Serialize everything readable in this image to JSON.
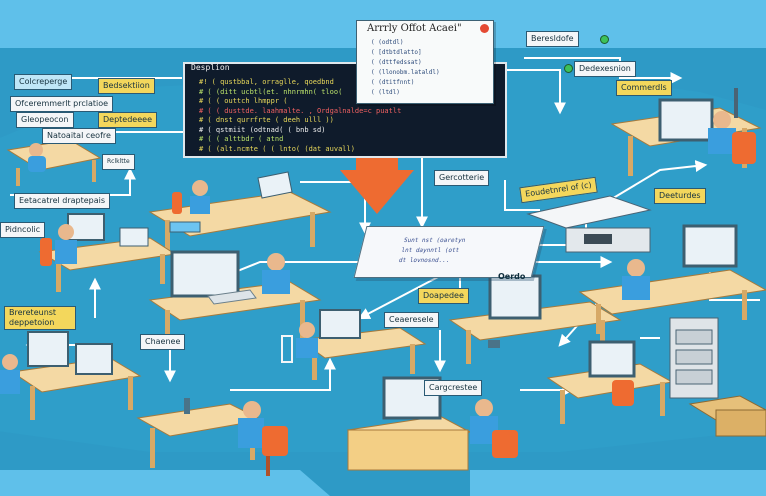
{
  "code_window": {
    "title": "Desplion",
    "lines": [
      {
        "text": "#! ( qustbbal, orraglle, qoedbnd",
        "color": "#e8d85a"
      },
      {
        "text": "# ( (ditt  ucbtl(et.  nhnrmhn( tloo(",
        "color": "#b9e06a"
      },
      {
        "text": "#  ( ( outtch   lhmppr  (",
        "color": "#e8d85a"
      },
      {
        "text": "#  ( (  dusttde.  laahmalte. , Ordgalnalde=c puatlt",
        "color": "#f06060"
      },
      {
        "text": "#  (  dnst   qurrfrte  (  deeh  ulll ))",
        "color": "#e8d85a"
      },
      {
        "text": "  #  (   qstmiit   (odtnad( (  bnb sd)",
        "color": "#f0f0f0"
      },
      {
        "text": "  #  (  (  alttbdr  ( atnd",
        "color": "#b9e06a"
      },
      {
        "text": "#  ( (alt.ncmte  ( ( lnto(  (dat  auvall)",
        "color": "#e8d85a"
      }
    ]
  },
  "popup": {
    "title": "Arrrly Offot Acaei\"",
    "lines": [
      "( (odtdl)",
      "( [dtbtdlatto]",
      "( (dttfedssat)",
      "( (llonobm.lataldl)",
      "( (dtitfnnt)",
      "( (ltdl)"
    ]
  },
  "paper": {
    "lines": [
      "Sunt  nst  (oaretyn",
      "  lnt  daynntl  (ott",
      "  dt  lovnosnd..."
    ]
  },
  "labels": {
    "colcreperge": "Colcreperge",
    "bedsektiion": "Bedsektiion",
    "ofceremmerlt": "Ofceremmerlt prclatioe",
    "gleopeocon": "Gleopeocon",
    "deptedeeee": "Deptedeeee",
    "natoaital": "Natoaital ceofre",
    "rclkltte": "Rclkltte",
    "estaecutrel": "Eetacatrel draptepais",
    "pidncolic": "Pidncolic",
    "beresldofe": "Beresldofe",
    "desktop_tag": "Dedexesnion",
    "commerdls": "Commerdls",
    "gercotterie": "Gercotterie",
    "eoudetnrel": "Eoudetnrel of (c)",
    "deeturdes": "Deeturdes",
    "oerdo": "Oerdo",
    "doapedee": "Doapedee",
    "ceaeresele": "Ceaeresele",
    "brereteunst": "Brereteunst deppetoion",
    "chaenee": "Chaenee",
    "cargcrestee": "Cargcrestee"
  },
  "colors": {
    "background": "#5fc0ea",
    "flow_band": "#2a97c2",
    "desk_top": "#f4d9a4",
    "desk_edge": "#d7a966",
    "person_shirt": "#3a9ede",
    "chair": "#ee6b31",
    "arrow": "#ee6b31",
    "label_yellow": "#f3d75c",
    "code_bg": "#0f1b2b"
  }
}
